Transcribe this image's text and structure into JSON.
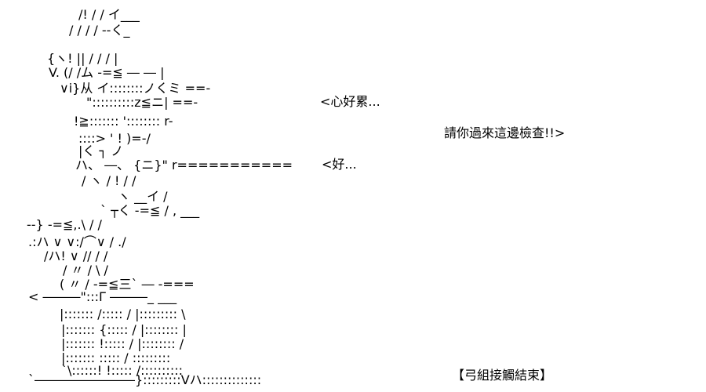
{
  "dialogue": {
    "line_1": "<心好累...",
    "line_2": "請你過來這邊檢查!!>",
    "line_3": "<好..."
  },
  "caption": "【弓組接觸結束】",
  "ascii_art": {
    "rows": [
      "/! / / イ___",
      "/ / / / --く_",
      "{ヽ! || / / / |",
      "V. (/ /ム -=≦ ― ― |",
      "∨i}从 イ::::::::ノくミ ==- ",
      "\"::::::::::z≦ニ| ==-",
      "!≧::::::: ':::::::: r-",
      "::::> ' ! )=-/",
      "|く ┐ ノ",
      "ハ、 ―、 {ニ}\" r===========",
      "/ ヽ / ! / /",
      "ヽ __イ /",
      "` ┬く -=≦ / , ___",
      "--} -=≦,.\\ / /",
      ".:ハ ∨ ∨:/⌒∨ / ./",
      "/ハ! ∨ // / /",
      "/ 〃 / \\ /",
      "( 〃 / -=≦三` ― -===",
      "< ―――\":::Γ ―――_ ___",
      "|::::::: /::::: / |::::::::: \\",
      "|::::::: {::::: / |:::::::: |",
      "|::::::: !::::: / |:::::::: /",
      "|::::::: ::::: / :::::::::",
      "`\\::::::! !::::: /::::::::::",
      "`――――――――}:::::::::Vハ::::::::::::::"
    ]
  }
}
